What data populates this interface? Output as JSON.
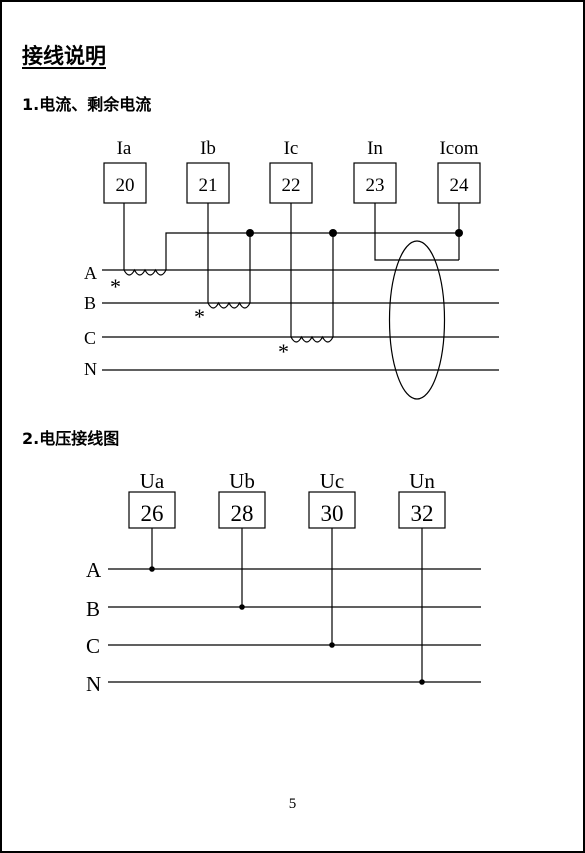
{
  "heading": "接线说明",
  "section1": {
    "title": "1.电流、剩余电流",
    "terminals": [
      {
        "label": "Ia",
        "number": "20"
      },
      {
        "label": "Ib",
        "number": "21"
      },
      {
        "label": "Ic",
        "number": "22"
      },
      {
        "label": "In",
        "number": "23"
      },
      {
        "label": "Icom",
        "number": "24"
      }
    ],
    "lines": [
      "A",
      "B",
      "C",
      "N"
    ],
    "polarity_mark": "*"
  },
  "section2": {
    "title": "2.电压接线图",
    "terminals": [
      {
        "label": "Ua",
        "number": "26"
      },
      {
        "label": "Ub",
        "number": "28"
      },
      {
        "label": "Uc",
        "number": "30"
      },
      {
        "label": "Un",
        "number": "32"
      }
    ],
    "lines": [
      "A",
      "B",
      "C",
      "N"
    ]
  },
  "page_number": "5"
}
